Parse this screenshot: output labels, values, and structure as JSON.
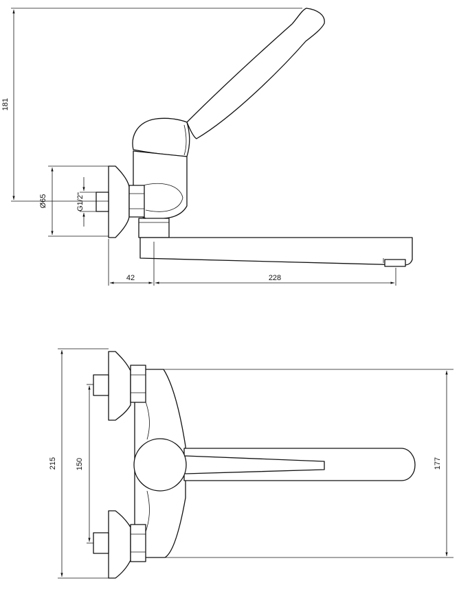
{
  "drawing": {
    "top_view": {
      "dim_height": "181",
      "dim_flange_diameter": "Ø65",
      "dim_thread": "G1/2\"",
      "dim_wall_offset": "42",
      "dim_spout_reach": "228"
    },
    "front_view": {
      "dim_total_height": "215",
      "dim_inlet_spacing": "150",
      "dim_body_height": "177"
    }
  }
}
